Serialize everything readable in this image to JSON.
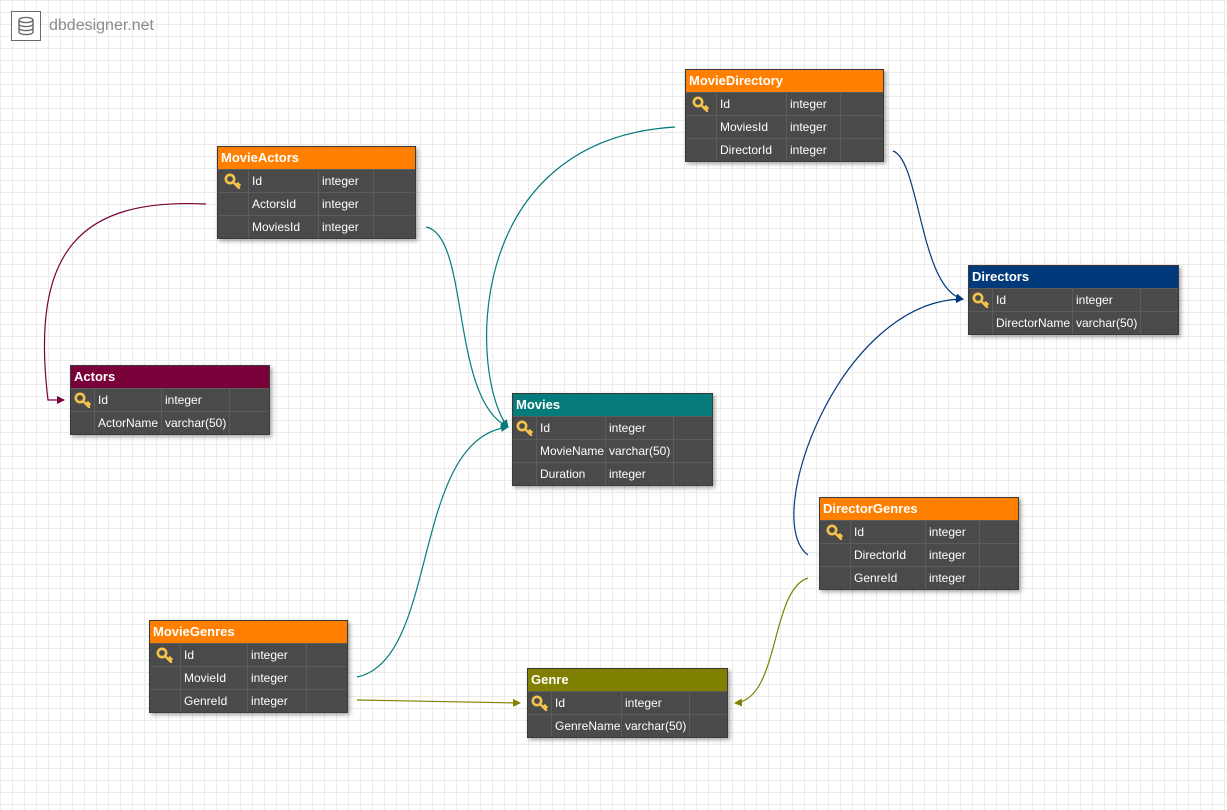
{
  "logo": {
    "text": "dbdesigner.net",
    "icon": "database-icon"
  },
  "colors": {
    "orange": "#ff7f00",
    "maroon": "#7a0039",
    "teal": "#067b7b",
    "navy": "#003a7a",
    "olive": "#7f7f00"
  },
  "tables": {
    "movie_directory": {
      "title": "MovieDirectory",
      "rows": [
        {
          "name": "Id",
          "type": "integer",
          "pk": true
        },
        {
          "name": "MoviesId",
          "type": "integer"
        },
        {
          "name": "DirectorId",
          "type": "integer"
        }
      ]
    },
    "movie_actors": {
      "title": "MovieActors",
      "rows": [
        {
          "name": "Id",
          "type": "integer",
          "pk": true
        },
        {
          "name": "ActorsId",
          "type": "integer"
        },
        {
          "name": "MoviesId",
          "type": "integer"
        }
      ]
    },
    "directors": {
      "title": "Directors",
      "rows": [
        {
          "name": "Id",
          "type": "integer",
          "pk": true
        },
        {
          "name": "DirectorName",
          "type": "varchar(50)"
        }
      ]
    },
    "actors": {
      "title": "Actors",
      "rows": [
        {
          "name": "Id",
          "type": "integer",
          "pk": true
        },
        {
          "name": "ActorName",
          "type": "varchar(50)"
        }
      ]
    },
    "movies": {
      "title": "Movies",
      "rows": [
        {
          "name": "Id",
          "type": "integer",
          "pk": true
        },
        {
          "name": "MovieName",
          "type": "varchar(50)"
        },
        {
          "name": "Duration",
          "type": "integer"
        }
      ]
    },
    "director_genres": {
      "title": "DirectorGenres",
      "rows": [
        {
          "name": "Id",
          "type": "integer",
          "pk": true
        },
        {
          "name": "DirectorId",
          "type": "integer"
        },
        {
          "name": "GenreId",
          "type": "integer"
        }
      ]
    },
    "movie_genres": {
      "title": "MovieGenres",
      "rows": [
        {
          "name": "Id",
          "type": "integer",
          "pk": true
        },
        {
          "name": "MovieId",
          "type": "integer"
        },
        {
          "name": "GenreId",
          "type": "integer"
        }
      ]
    },
    "genre": {
      "title": "Genre",
      "rows": [
        {
          "name": "Id",
          "type": "integer",
          "pk": true
        },
        {
          "name": "GenreName",
          "type": "varchar(50)"
        }
      ]
    }
  }
}
